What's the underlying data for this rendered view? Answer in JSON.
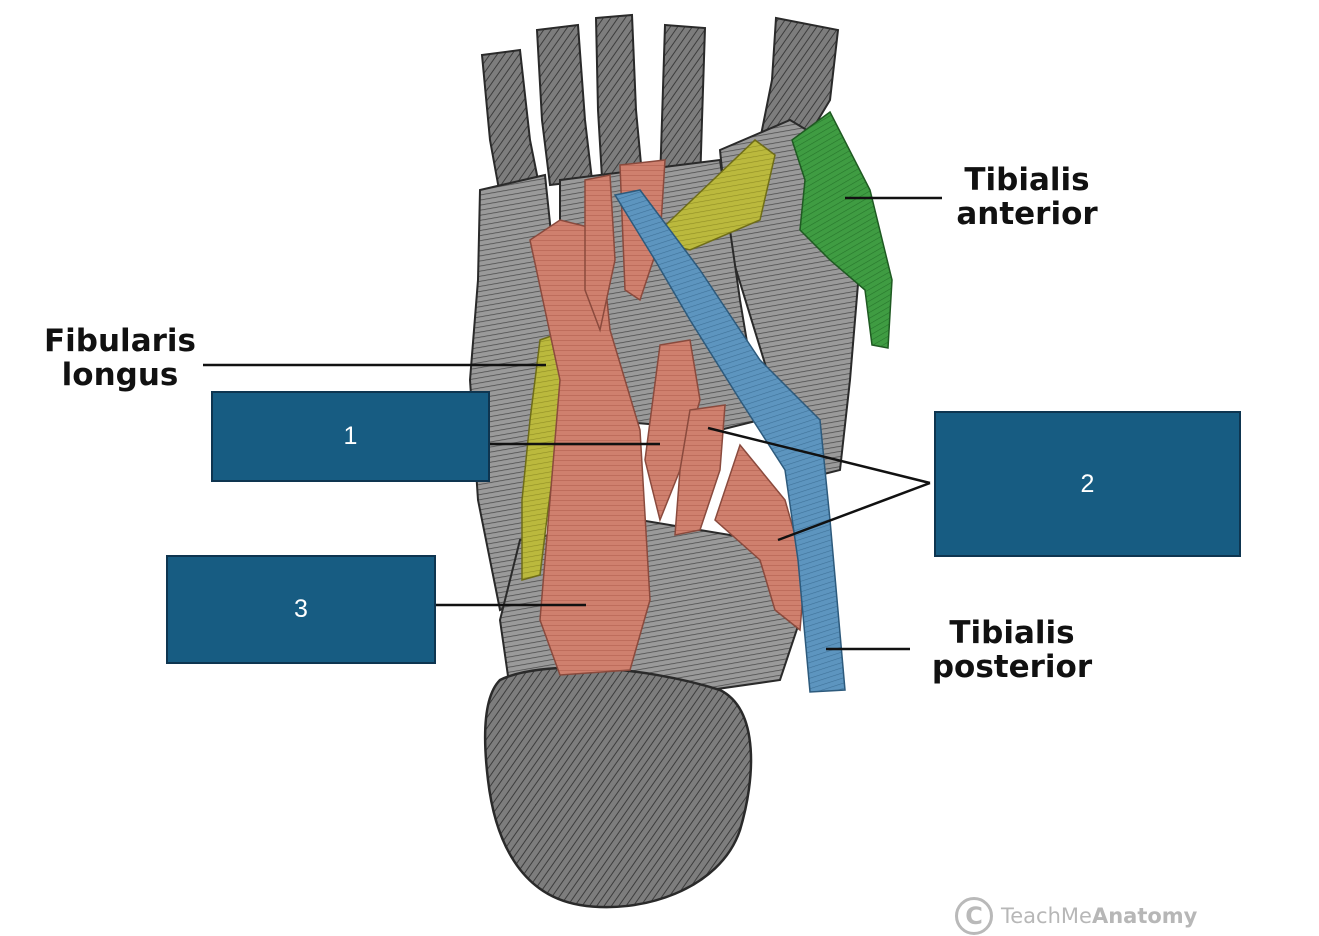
{
  "labels": {
    "tibialis_anterior": [
      "Tibialis",
      "anterior"
    ],
    "fibularis_longus": [
      "Fibularis",
      "longus"
    ],
    "tibialis_posterior": [
      "Tibialis",
      "posterior"
    ]
  },
  "answer_boxes": [
    "1",
    "2",
    "3"
  ],
  "watermark": {
    "logo_glyph": "C",
    "brand_regular": "TeachMe",
    "brand_bold": "Anatomy"
  },
  "colors": {
    "box_fill": "#175c82",
    "muscle_red": "#cd7e6e",
    "tendon_blue": "#5b93bd",
    "fibularis_yellow": "#b8b63a",
    "tibialis_anterior_green": "#3d9a3f",
    "bone_gray": "#8a8a8a"
  }
}
